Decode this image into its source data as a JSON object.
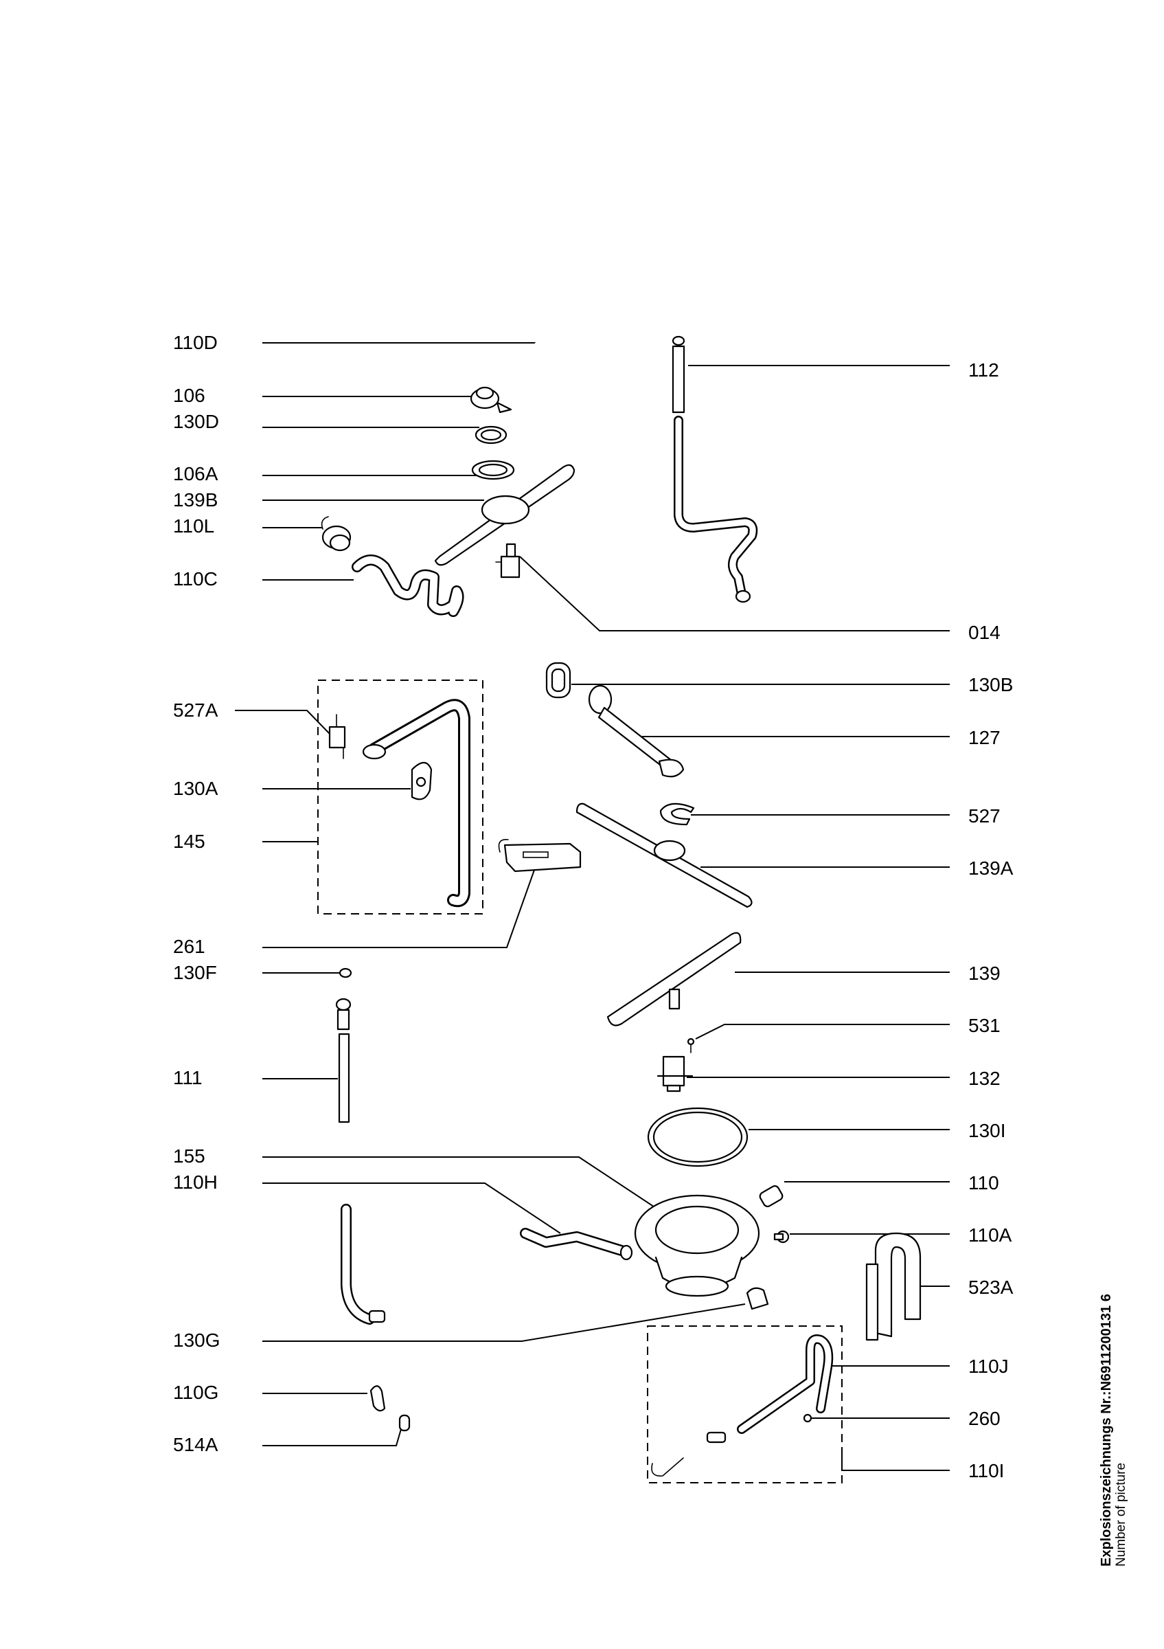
{
  "side_caption": {
    "title": "Explosionszeichnungs Nr.:N6911200131 6",
    "subtitle": "Number of picture"
  },
  "labels": {
    "l110D": "110D",
    "l106": "106",
    "l130D": "130D",
    "l106A": "106A",
    "l139B": "139B",
    "l110L": "110L",
    "l110C": "110C",
    "l527A": "527A",
    "l130A": "130A",
    "l145": "145",
    "l261": "261",
    "l130F": "130F",
    "l111": "111",
    "l155": "155",
    "l110H": "110H",
    "l130G": "130G",
    "l110G": "110G",
    "l514A": "514A",
    "l112": "112",
    "l014": "014",
    "l130B": "130B",
    "l127": "127",
    "l527": "527",
    "l139A": "139A",
    "l139": "139",
    "l531": "531",
    "l132": "132",
    "l130I": "130I",
    "l110": "110",
    "l110A": "110A",
    "l523A": "523A",
    "l110J": "110J",
    "l260": "260",
    "l110I": "110I"
  }
}
